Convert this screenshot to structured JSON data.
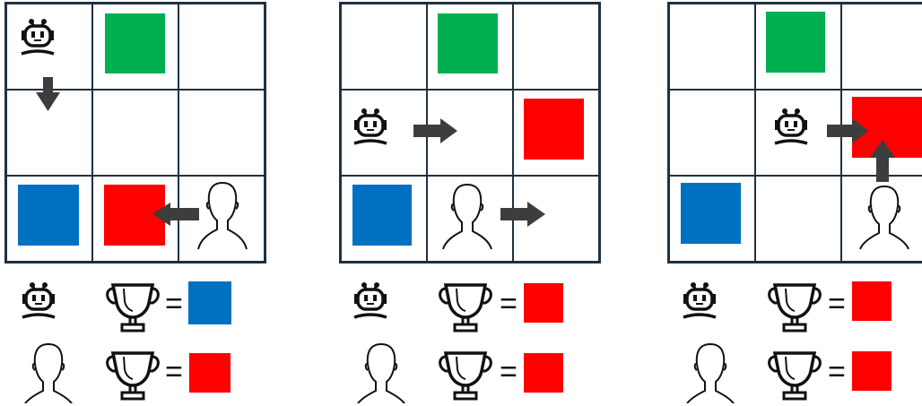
{
  "colors": {
    "grid_line": "#1f3042",
    "arrow": "#3d3d3d",
    "green": "#00b050",
    "red": "#ff0000",
    "blue": "#0070c0",
    "icon_stroke": "#111111"
  },
  "legend_equals": "=",
  "panels": [
    {
      "robot_goal": "blue-square",
      "human_goal": "red-square",
      "grid": [
        "robot",
        "green-square",
        "empty",
        "empty",
        "empty",
        "empty",
        "blue-square",
        "red-square",
        "human"
      ]
    },
    {
      "robot_goal": "red-square",
      "human_goal": "red-square",
      "grid": [
        "empty",
        "green-square",
        "empty",
        "robot",
        "empty",
        "red-square",
        "blue-square",
        "human",
        "empty"
      ]
    },
    {
      "robot_goal": "red-square",
      "human_goal": "red-square",
      "grid": [
        "empty",
        "green-square",
        "empty",
        "empty",
        "robot",
        "red-square",
        "blue-square",
        "empty",
        "human"
      ]
    }
  ],
  "icons": [
    "robot-icon",
    "human-icon",
    "trophy-icon",
    "arrow-icon"
  ]
}
